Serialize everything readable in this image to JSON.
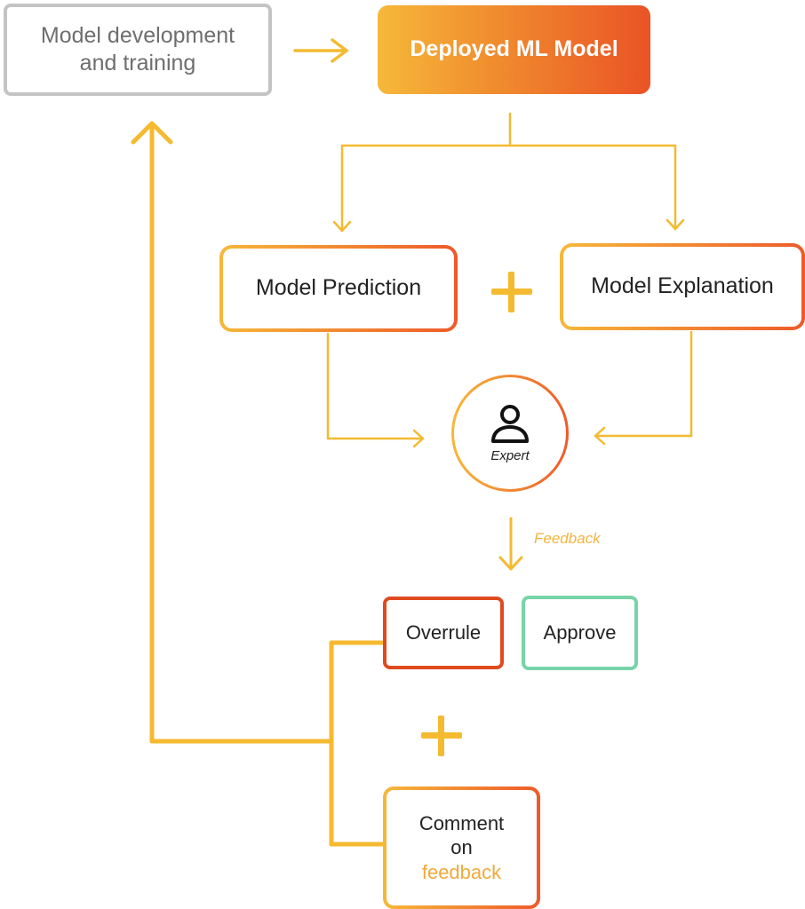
{
  "nodes": {
    "training": "Model development and training",
    "deployed": "Deployed ML Model",
    "prediction": "Model Prediction",
    "explanation": "Model Explanation",
    "expert": "Expert",
    "overrule": "Overrule",
    "approve": "Approve",
    "comment_line1": "Comment",
    "comment_line2": "on",
    "comment_line3": "feedback"
  },
  "edge_labels": {
    "feedback": "Feedback"
  },
  "icons": {
    "expert": "person-icon",
    "plus": "plus-icon"
  },
  "colors": {
    "arrow": "#f4ba30",
    "gradient_start": "#f6b83a",
    "gradient_end": "#ee5a2a",
    "training_border": "#c4c4c4",
    "overrule_border": "#e04a1f",
    "approve_border": "#78d4a8"
  }
}
